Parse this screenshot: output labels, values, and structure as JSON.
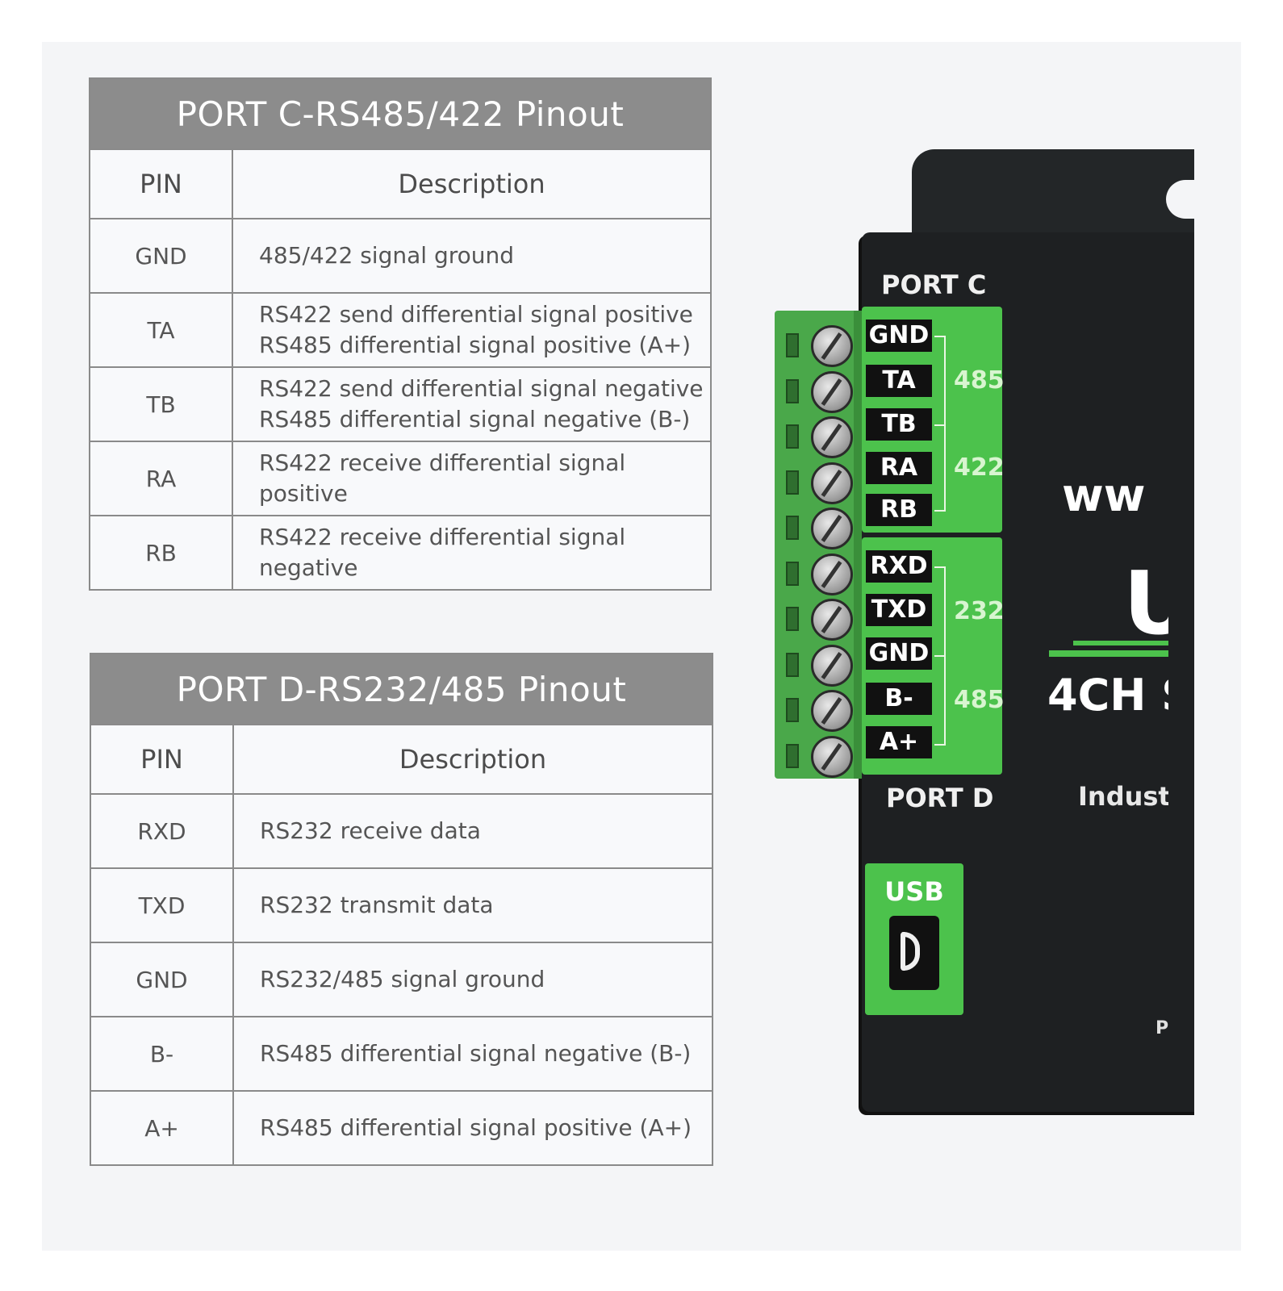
{
  "table_c": {
    "title": "PORT C-RS485/422 Pinout",
    "header_pin": "PIN",
    "header_desc": "Description",
    "rows": [
      {
        "pin": "GND",
        "desc": [
          "485/422 signal ground"
        ]
      },
      {
        "pin": "TA",
        "desc": [
          "RS422 send differential signal positive",
          "RS485 differential signal positive (A+)"
        ]
      },
      {
        "pin": "TB",
        "desc": [
          "RS422 send differential signal negative",
          "RS485 differential signal negative (B-)"
        ]
      },
      {
        "pin": "RA",
        "desc": [
          "RS422 receive differential signal positive"
        ]
      },
      {
        "pin": "RB",
        "desc": [
          "RS422 receive differential signal negative"
        ]
      }
    ]
  },
  "table_d": {
    "title": "PORT D-RS232/485 Pinout",
    "header_pin": "PIN",
    "header_desc": "Description",
    "rows": [
      {
        "pin": "RXD",
        "desc": [
          "RS232 receive data"
        ]
      },
      {
        "pin": "TXD",
        "desc": [
          "RS232 transmit data"
        ]
      },
      {
        "pin": "GND",
        "desc": [
          "RS232/485 signal ground"
        ]
      },
      {
        "pin": "B-",
        "desc": [
          "RS485 differential signal negative (B-)"
        ]
      },
      {
        "pin": "A+",
        "desc": [
          "RS485 differential signal positive (A+)"
        ]
      }
    ]
  },
  "device": {
    "port_c_label": "PORT C",
    "port_d_label": "PORT D",
    "port_c_pins": [
      "GND",
      "TA",
      "TB",
      "RA",
      "RB"
    ],
    "port_d_pins": [
      "RXD",
      "TXD",
      "GND",
      "B-",
      "A+"
    ],
    "group_485_c": "485",
    "group_422": "422",
    "group_232": "232",
    "group_485_d": "485",
    "usb_label": "USB",
    "brand_partial": "ww",
    "big_letter": "U",
    "model_partial": "4CH S",
    "subtitle_partial": "Industr",
    "small_partial": "P",
    "colors": {
      "accent_green": "#4cc24c",
      "body": "#1e2022",
      "table_title_bg": "#8c8c8c"
    }
  }
}
